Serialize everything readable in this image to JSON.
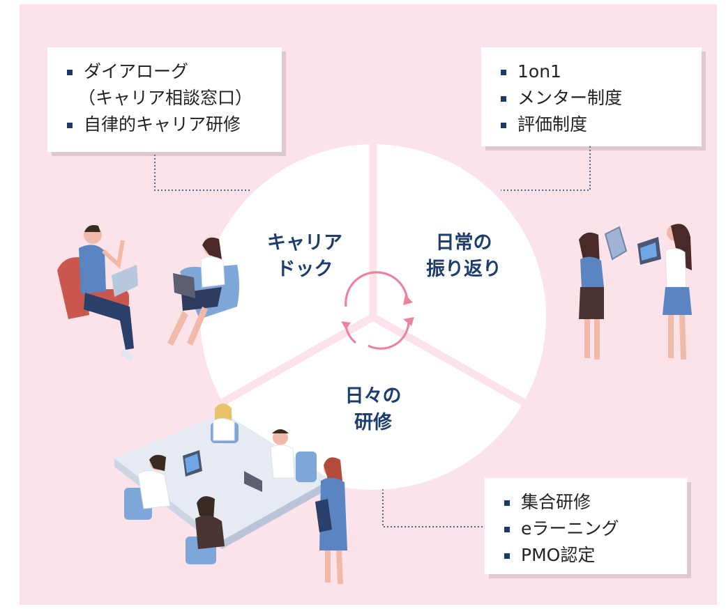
{
  "boxes": {
    "top_left": {
      "items": [
        "ダイアローグ",
        "（キャリア相談窓口）",
        "自律的キャリア研修"
      ]
    },
    "top_right": {
      "items": [
        "1on1",
        "メンター制度",
        "評価制度"
      ]
    },
    "bottom_right": {
      "items": [
        "集合研修",
        "eラーニング",
        "PMO認定"
      ]
    }
  },
  "segments": {
    "career": {
      "line1": "キャリア",
      "line2": "ドック"
    },
    "daily_reflection": {
      "line1": "日常の",
      "line2": "振り返り"
    },
    "daily_training": {
      "line1": "日々の",
      "line2": "研修"
    }
  },
  "colors": {
    "background": "#fbe3e9",
    "text_navy": "#1c3d6e",
    "cycle_arrow": "#e9849f",
    "bullet": "#1d3a66"
  }
}
